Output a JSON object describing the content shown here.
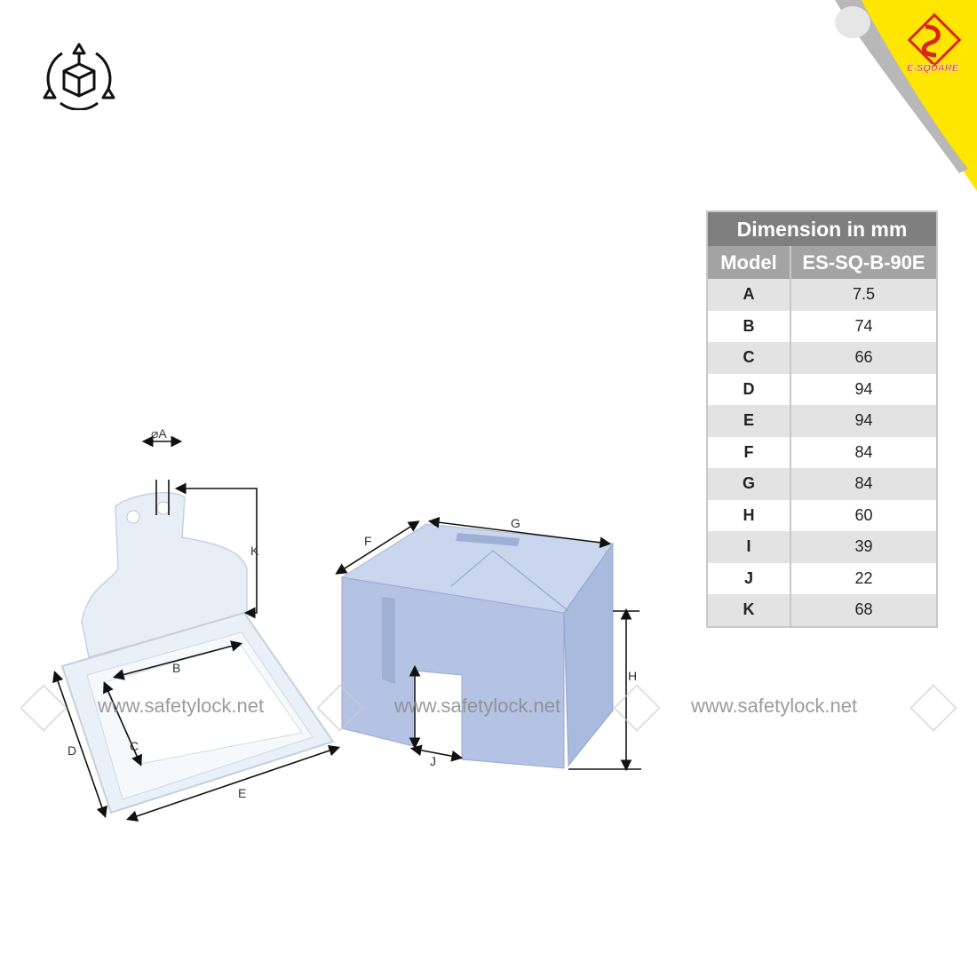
{
  "brand": {
    "name": "E-SQUARE",
    "accent_color": "#ffe600",
    "logo_red": "#d7261e"
  },
  "icons": {
    "top_left": "3d-rotate-cube-icon"
  },
  "table": {
    "title": "Dimension in mm",
    "model_label": "Model",
    "model": "ES-SQ-B-90E",
    "rows": [
      {
        "k": "A",
        "v": "7.5"
      },
      {
        "k": "B",
        "v": "74"
      },
      {
        "k": "C",
        "v": "66"
      },
      {
        "k": "D",
        "v": "94"
      },
      {
        "k": "E",
        "v": "94"
      },
      {
        "k": "F",
        "v": "84"
      },
      {
        "k": "G",
        "v": "84"
      },
      {
        "k": "H",
        "v": "60"
      },
      {
        "k": "I",
        "v": "39"
      },
      {
        "k": "J",
        "v": "22"
      },
      {
        "k": "K",
        "v": "68"
      }
    ]
  },
  "diagram_labels": {
    "A": "⌀A",
    "B": "B",
    "C": "C",
    "D": "D",
    "E": "E",
    "F": "F",
    "G": "G",
    "H": "H",
    "J": "J",
    "K": "K"
  },
  "watermark": "www.safetylock.net"
}
